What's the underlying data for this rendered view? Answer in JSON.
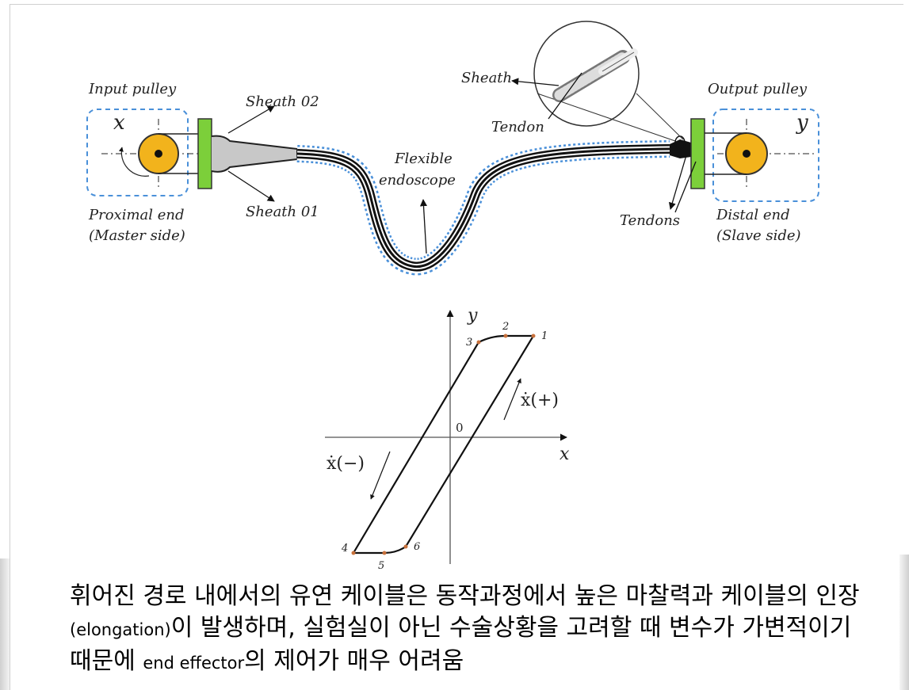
{
  "diagram": {
    "labels": {
      "input_pulley": "Input pulley",
      "output_pulley": "Output pulley",
      "x_var": "x",
      "y_var": "y",
      "sheath02": "Sheath 02",
      "sheath01": "Sheath 01",
      "proximal_end": "Proximal end",
      "master_side": "(Master side)",
      "distal_end": "Distal end",
      "slave_side": "(Slave side)",
      "flexible": "Flexible",
      "endoscope": "endoscope",
      "sheath": "Sheath",
      "tendon": "Tendon",
      "tendons": "Tendons"
    },
    "colors": {
      "pulley": "#f2b31c",
      "bracket": "#7ccf3a",
      "dashed": "#4a90d9"
    }
  },
  "chart_data": {
    "type": "line",
    "axes": {
      "x": "x",
      "y": "y",
      "origin": "0"
    },
    "point_labels": [
      "1",
      "2",
      "3",
      "4",
      "5",
      "6"
    ],
    "annotations": {
      "forward": "ẋ(+)",
      "backward": "ẋ(−)"
    }
  },
  "caption": {
    "part1": "휘어진 경로 내에서의 유연 케이블은 동작과정에서 높은 마찰력과 케이블의 인장",
    "part2": "(elongation)",
    "part3": "이 발생하며, 실험실이 아닌 수술상황을 고려할 때 변수가 가변적이기 때문에 ",
    "part4": "end effector",
    "part5": "의 제어가 매우 어려움"
  }
}
